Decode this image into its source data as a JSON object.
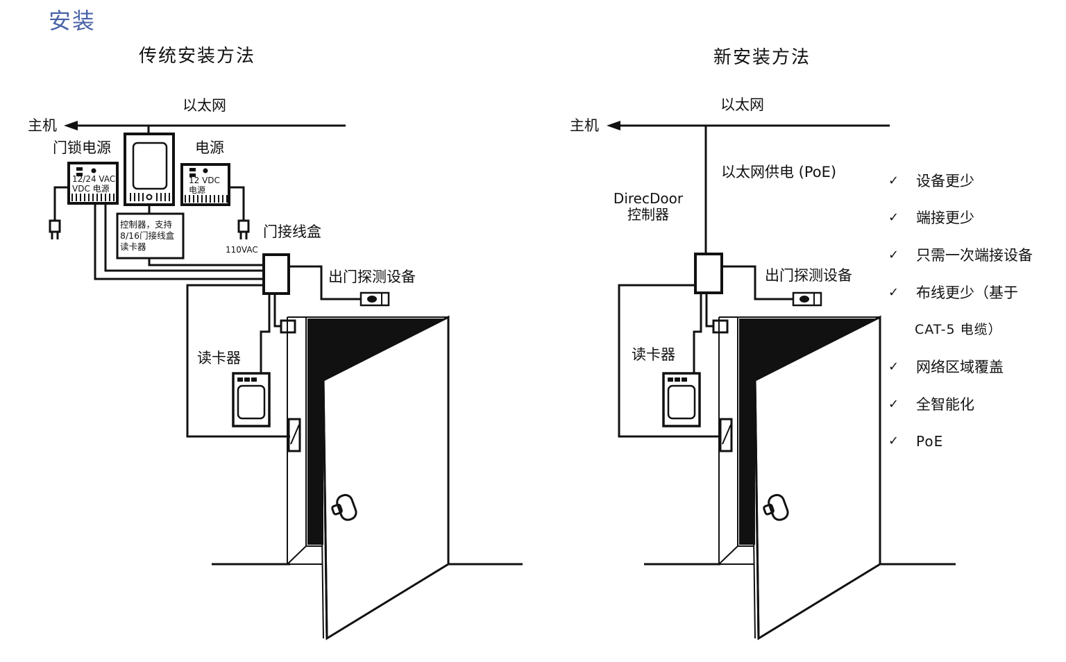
{
  "page_title": "安装",
  "traditional": {
    "heading": "传统安装方法",
    "ethernet_label": "以太网",
    "host_label": "主机",
    "lock_power_label": "门锁电源",
    "power_label": "电源",
    "lock_psu_text_1": "12/24 VAC",
    "lock_psu_text_2": "VDC 电源",
    "psu_text_1": "12 VDC",
    "psu_text_2": "电源",
    "controller_text_1": "控制器，支持",
    "controller_text_2": "8/16门接线盒",
    "controller_text_3": "读卡器",
    "mains_label": "110VAC",
    "junction_box_label": "门接线盒",
    "exit_detector_label": "出门探测设备",
    "card_reader_label": "读卡器"
  },
  "new_method": {
    "heading": "新安装方法",
    "ethernet_label": "以太网",
    "host_label": "主机",
    "poe_label": "以太网供电 (PoE)",
    "controller_label_1": "DirecDoor",
    "controller_label_2": "控制器",
    "exit_detector_label": "出门探测设备",
    "card_reader_label": "读卡器"
  },
  "benefits": {
    "check_mark": "✓",
    "items": [
      "设备更少",
      "端接更少",
      "只需一次端接设备",
      "布线更少（基于",
      "网络区域覆盖",
      "全智能化",
      "PoE"
    ],
    "continuation": "CAT-5 电缆）"
  },
  "colors": {
    "title": "#4a63a8",
    "ink": "#111111"
  }
}
